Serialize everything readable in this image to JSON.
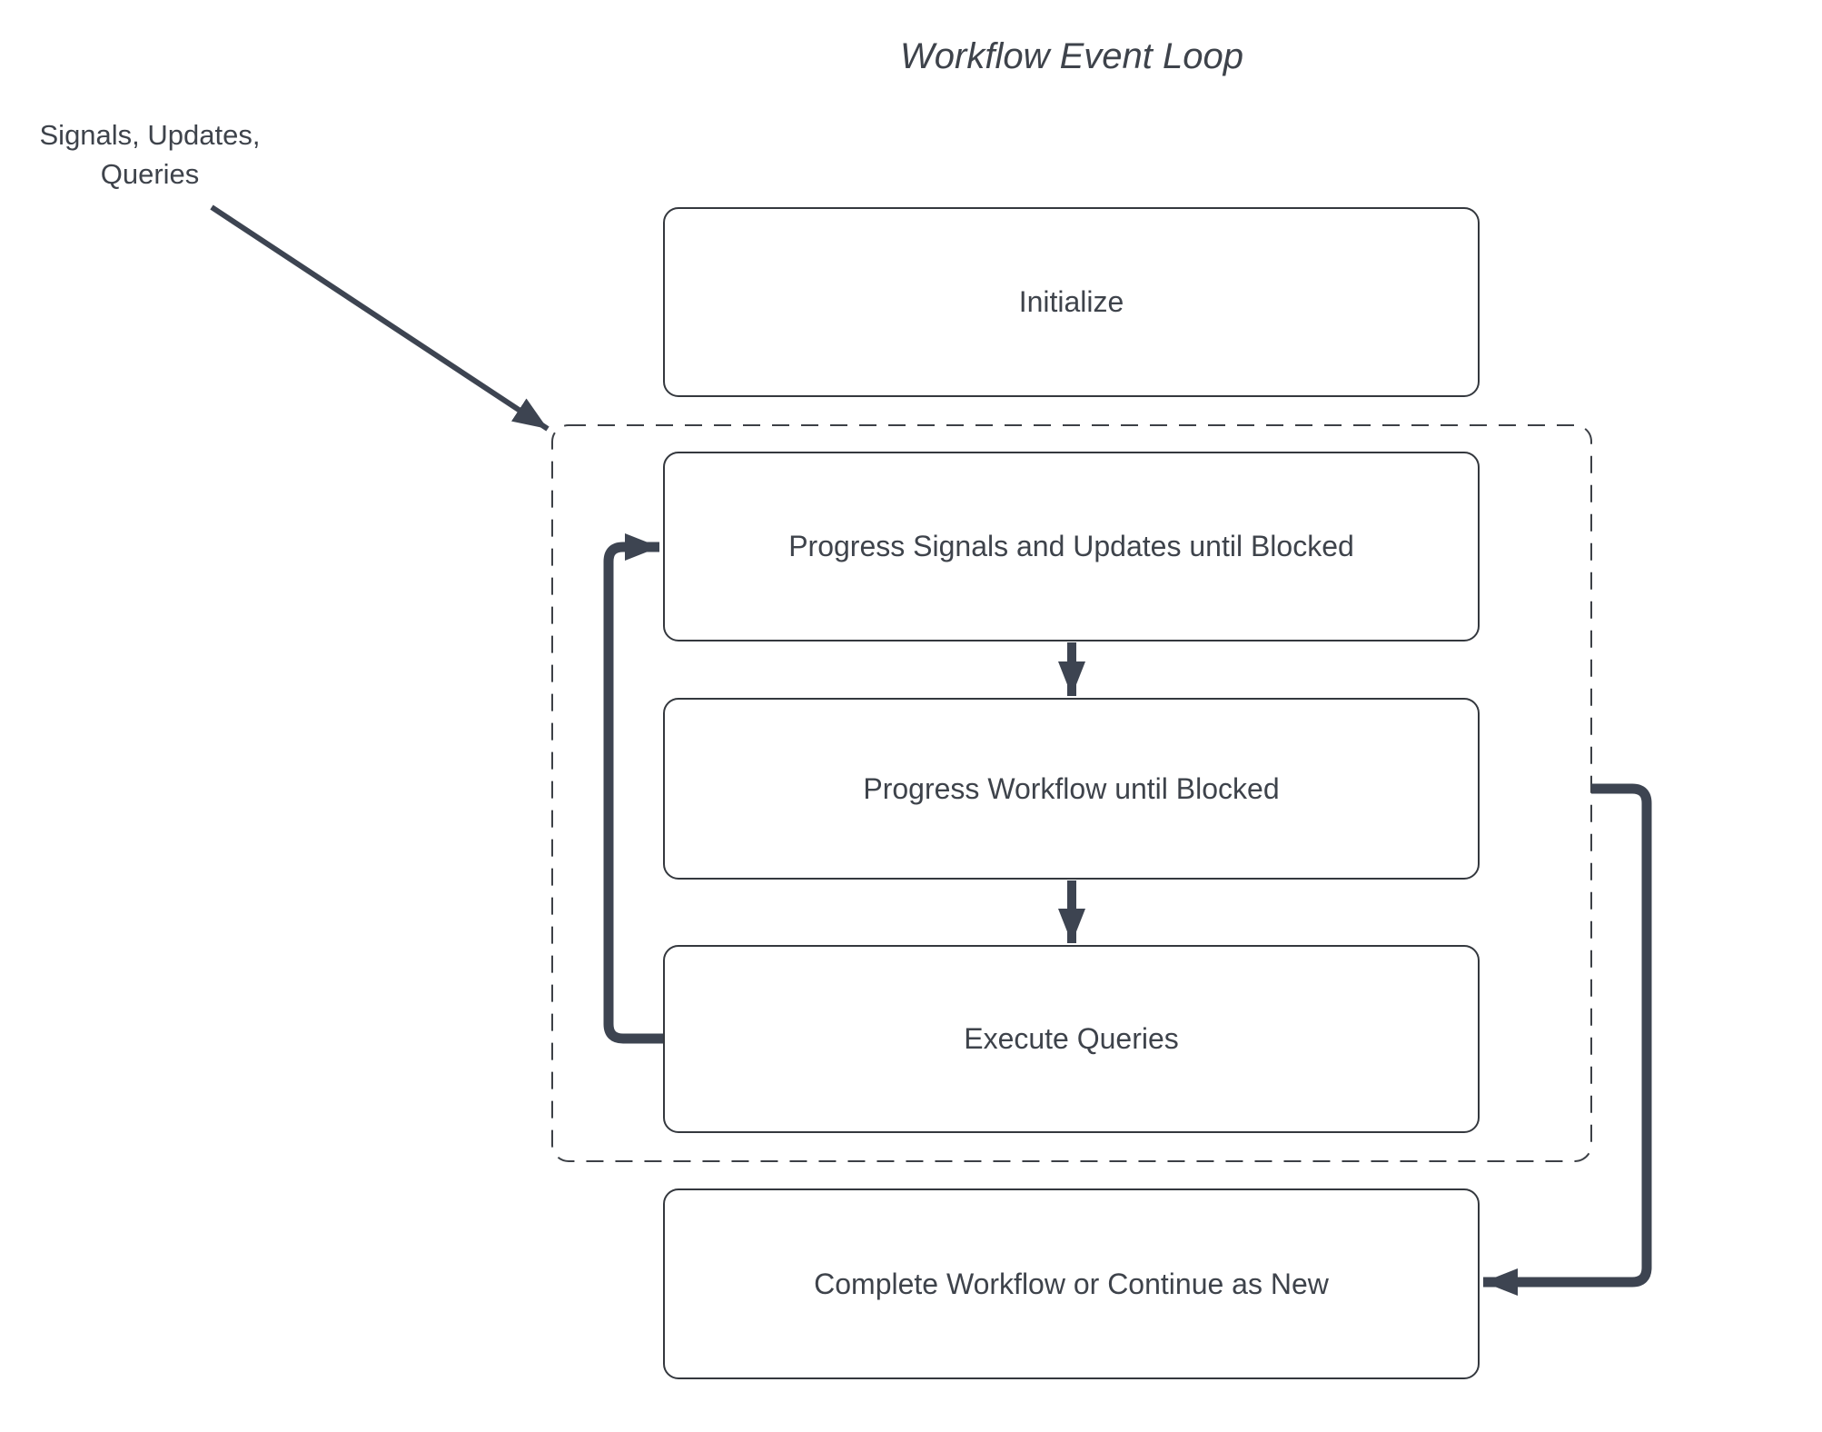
{
  "title": "Workflow Event Loop",
  "annotation": {
    "line1": "Signals, Updates,",
    "line2": "Queries"
  },
  "nodes": {
    "initialize": {
      "label": "Initialize"
    },
    "progress_signals": {
      "label": "Progress Signals and Updates until Blocked"
    },
    "progress_workflow": {
      "label": "Progress Workflow until Blocked"
    },
    "execute_queries": {
      "label": "Execute Queries"
    },
    "complete": {
      "label": "Complete Workflow or Continue as New"
    }
  },
  "colors": {
    "accent_line": "#3d4451",
    "node_border": "#34383e",
    "text": "#3e434b",
    "background": "#ffffff",
    "loop_boundary_dash": "#3c4046"
  }
}
